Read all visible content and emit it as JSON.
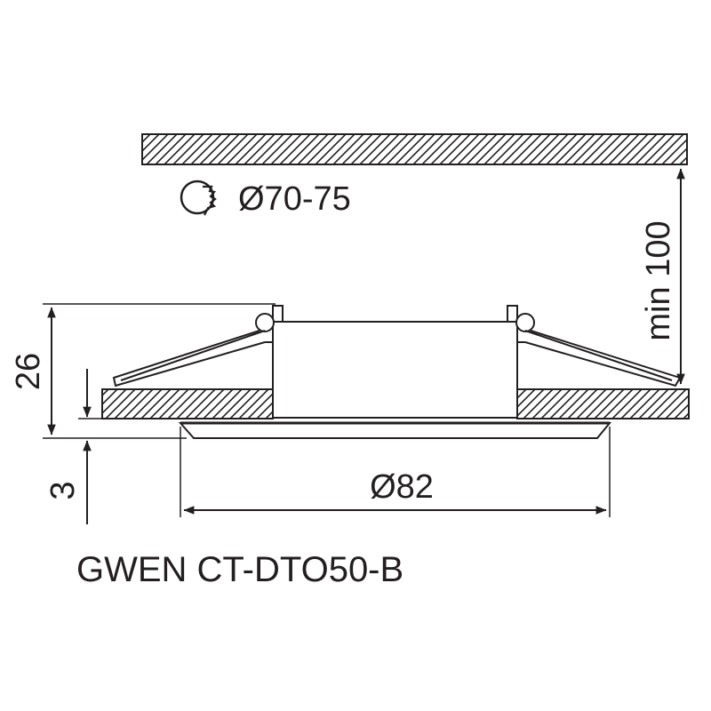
{
  "dimensions": {
    "cutout_label": "Ø70-75",
    "min_depth_label": "min 100",
    "height_label": "26",
    "rim_label": "3",
    "diameter_label": "Ø82"
  },
  "model_name": "GWEN CT-DTO50-B",
  "icons": {
    "cutout": "hole-saw-icon"
  },
  "colors": {
    "line": "#231f20",
    "background": "#ffffff"
  }
}
